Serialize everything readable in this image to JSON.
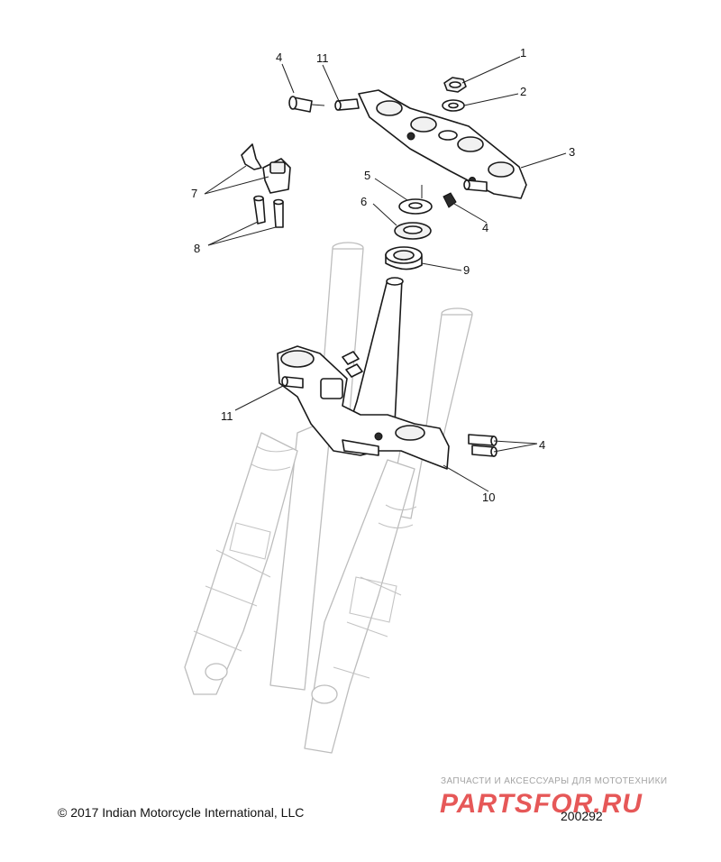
{
  "callouts": [
    "1",
    "2",
    "3",
    "4",
    "4",
    "4",
    "5",
    "6",
    "7",
    "8",
    "9",
    "10",
    "11",
    "11"
  ],
  "footer": {
    "copyright": "© 2017 Indian Motorcycle International, LLC",
    "figure_number": "200292"
  },
  "watermark": {
    "caption": "ЗАПЧАСТИ И АКСЕССУАРЫ ДЛЯ МОТОТЕХНИКИ",
    "logo_text": "PARTSFOR.RU",
    "color": "#e23b3b"
  }
}
